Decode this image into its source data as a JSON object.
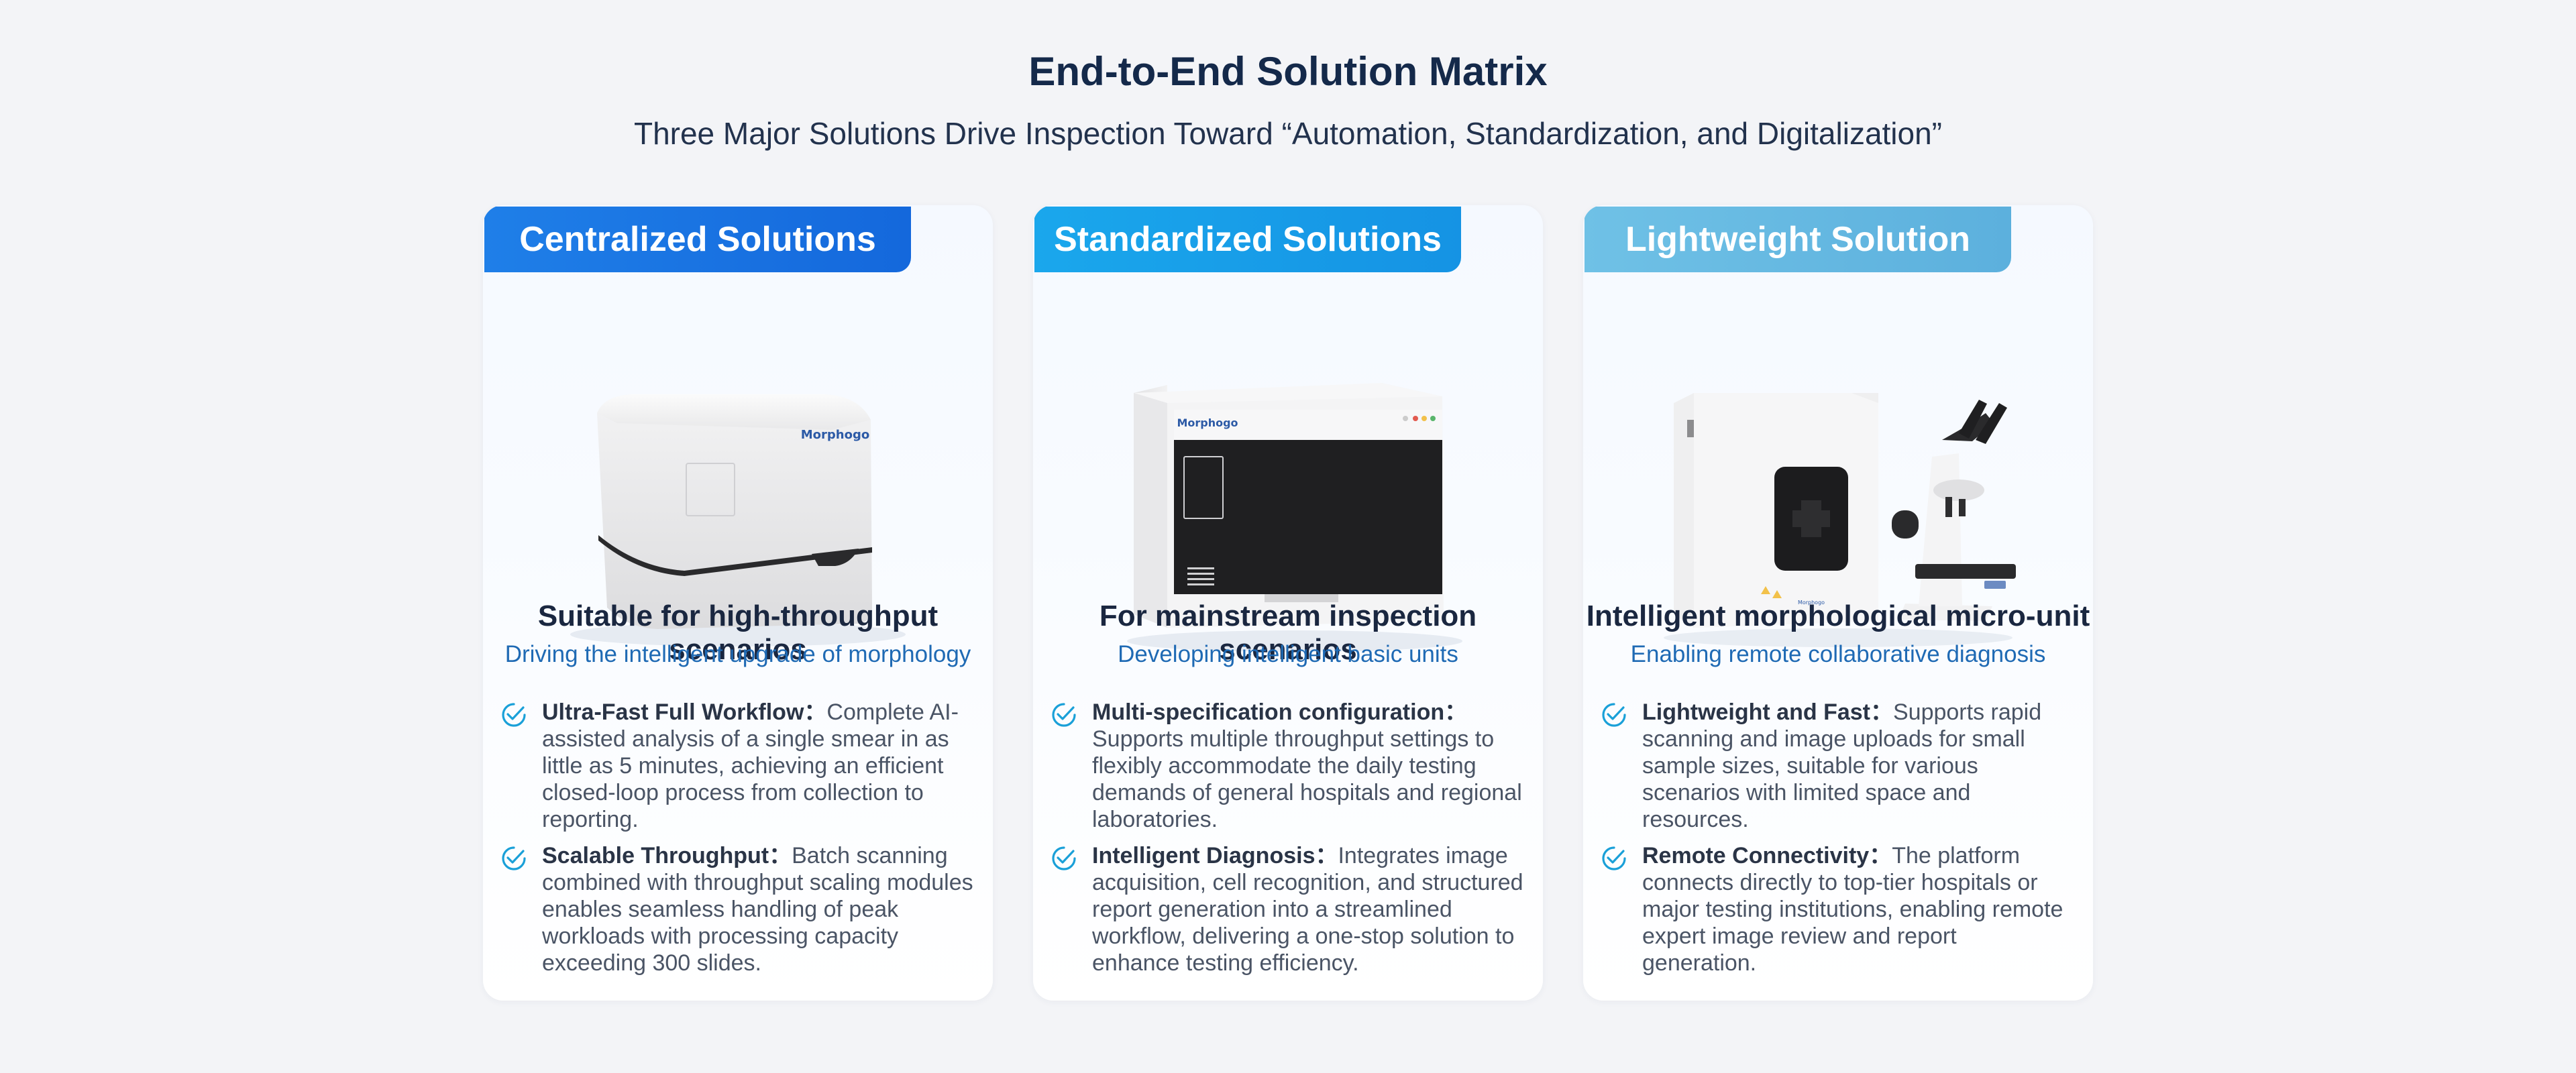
{
  "header": {
    "title": "End-to-End Solution Matrix",
    "subtitle": "Three Major Solutions Drive Inspection Toward “Automation, Standardization, and Digitalization”"
  },
  "colors": {
    "centralized_tag": "#1468dc",
    "standardized_tag": "#1593e4",
    "lightweight_tag": "#5cb0dd",
    "tagline_blue": "#1f6ab4",
    "check_icon": "#1aa0d8"
  },
  "cards": [
    {
      "tag": "Centralized Solutions",
      "device_logo": "Morphogo",
      "heading": "Suitable for high-throughput scenarios",
      "tagline": "Driving the intelligent upgrade of morphology",
      "features": [
        {
          "icon": "check-circle-icon",
          "title": "Ultra-Fast Full Workflow：",
          "text": "Complete AI-assisted analysis of a single smear in as little as 5 minutes, achieving an efficient closed-loop process from collection to reporting."
        },
        {
          "icon": "check-circle-icon",
          "title": "Scalable Throughput：",
          "text": "Batch scanning combined with throughput scaling modules enables seamless handling of peak workloads with processing capacity exceeding 300 slides."
        }
      ]
    },
    {
      "tag": "Standardized Solutions",
      "device_logo": "Morphogo",
      "heading": "For mainstream inspection scenarios",
      "tagline": "Developing intelligent basic units",
      "features": [
        {
          "icon": "check-circle-icon",
          "title": "Multi-specification configuration：",
          "text": "Supports multiple throughput settings to flexibly accommodate the daily testing demands of general hospitals and regional laboratories."
        },
        {
          "icon": "check-circle-icon",
          "title": "Intelligent Diagnosis：",
          "text": "Integrates image acquisition, cell recognition, and structured report generation into a streamlined workflow, delivering a one-stop solution to enhance testing efficiency."
        }
      ]
    },
    {
      "tag": "Lightweight Solution",
      "device_logo": "Morphogo",
      "heading": "Intelligent morphological micro-unit",
      "tagline": "Enabling remote collaborative diagnosis",
      "features": [
        {
          "icon": "check-circle-icon",
          "title": "Lightweight and Fast：",
          "text": "Supports rapid scanning and image uploads for small sample sizes, suitable for various scenarios with limited space and resources."
        },
        {
          "icon": "check-circle-icon",
          "title": "Remote Connectivity：",
          "text": "The platform connects directly to top-tier hospitals or major testing institutions, enabling remote expert image review and report generation."
        }
      ]
    }
  ]
}
